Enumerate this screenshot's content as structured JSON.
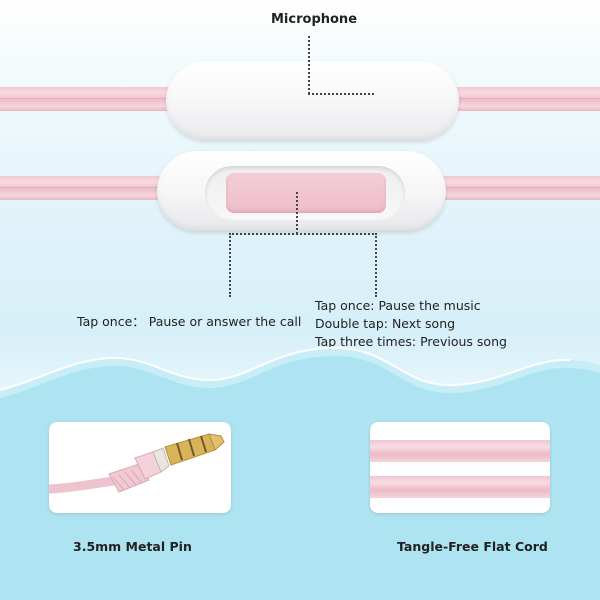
{
  "labels": {
    "microphone": "Microphone",
    "left_button": "Tap once： Pause or answer the call",
    "right_button": [
      "Tap once: Pause the music",
      "Double tap: Next song",
      "Tap three times: Previous song"
    ],
    "metal_pin": "3.5mm Metal Pin",
    "flat_cord": "Tangle-Free Flat Cord"
  },
  "colors": {
    "cord_pink": "#efc3ce",
    "remote_white": "#f5f5f6",
    "button_pink": "#f0c4cf",
    "gold_plug": "#d9b35a",
    "wave_blue": "#aee4f1",
    "text": "#222222"
  }
}
